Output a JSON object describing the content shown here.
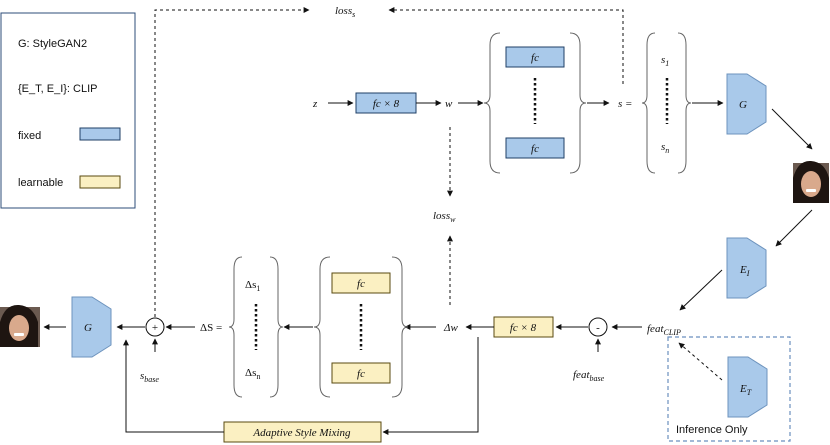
{
  "legend": {
    "g_label": "G: StyleGAN2",
    "clip_label": "{E_T, E_I}: CLIP",
    "fixed_label": "fixed",
    "learnable_label": "learnable"
  },
  "nodes": {
    "z": "z",
    "mapping": "fc × 8",
    "w": "w",
    "fc": "fc",
    "s_equals": "s =",
    "s1": "s",
    "s1_sub": "1",
    "sn": "s",
    "sn_sub": "n",
    "G": "G",
    "E_I": "E",
    "E_I_sub": "I",
    "E_T": "E",
    "E_T_sub": "T",
    "loss_s": "loss",
    "loss_s_sub": "s",
    "loss_w": "loss",
    "loss_w_sub": "w",
    "feat_clip": "feat",
    "feat_clip_sub": "CLIP",
    "feat_base": "feat",
    "feat_base_sub": "base",
    "minus": "-",
    "plus": "+",
    "delta_w": "Δw",
    "learn_mapping": "fc × 8",
    "delta_s_equals": "ΔS =",
    "ds1": "Δs",
    "ds1_sub": "1",
    "dsn": "Δs",
    "dsn_sub": "n",
    "s_base": "s",
    "s_base_sub": "base",
    "adaptive": "Adaptive Style Mixing",
    "inference_only": "Inference Only"
  },
  "colors": {
    "fixed": "#a9c9ea",
    "learnable": "#fbf0c2",
    "inference_border": "#6b8fbf"
  }
}
